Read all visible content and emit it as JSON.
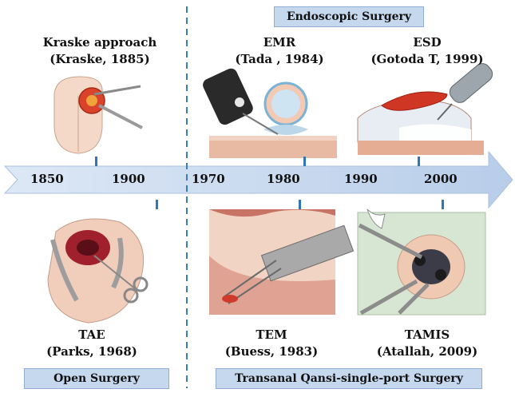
{
  "header": {
    "endoscopic_label": "Endoscopic Surgery"
  },
  "top_items": [
    {
      "name": "Kraske approach",
      "ref": "(Kraske, 1885)"
    },
    {
      "name": "EMR",
      "ref": "(Tada , 1984)"
    },
    {
      "name": "ESD",
      "ref": "(Gotoda T, 1999)"
    }
  ],
  "bottom_items": [
    {
      "name": "TAE",
      "ref": "(Parks, 1968)"
    },
    {
      "name": "TEM",
      "ref": "(Buess, 1983)"
    },
    {
      "name": "TAMIS",
      "ref": "(Atallah, 2009)"
    }
  ],
  "timeline": {
    "years": [
      "1850",
      "1900",
      "1970",
      "1980",
      "1990",
      "2000"
    ]
  },
  "footer": {
    "open_label": "Open Surgery",
    "transanal_label": "Transanal Qansi-single-port Surgery"
  },
  "colors": {
    "arrow": "#c9d9ee",
    "label_box": "#c6d8ee",
    "tick": "#2f76b8",
    "divider": "#3a7cc0"
  }
}
